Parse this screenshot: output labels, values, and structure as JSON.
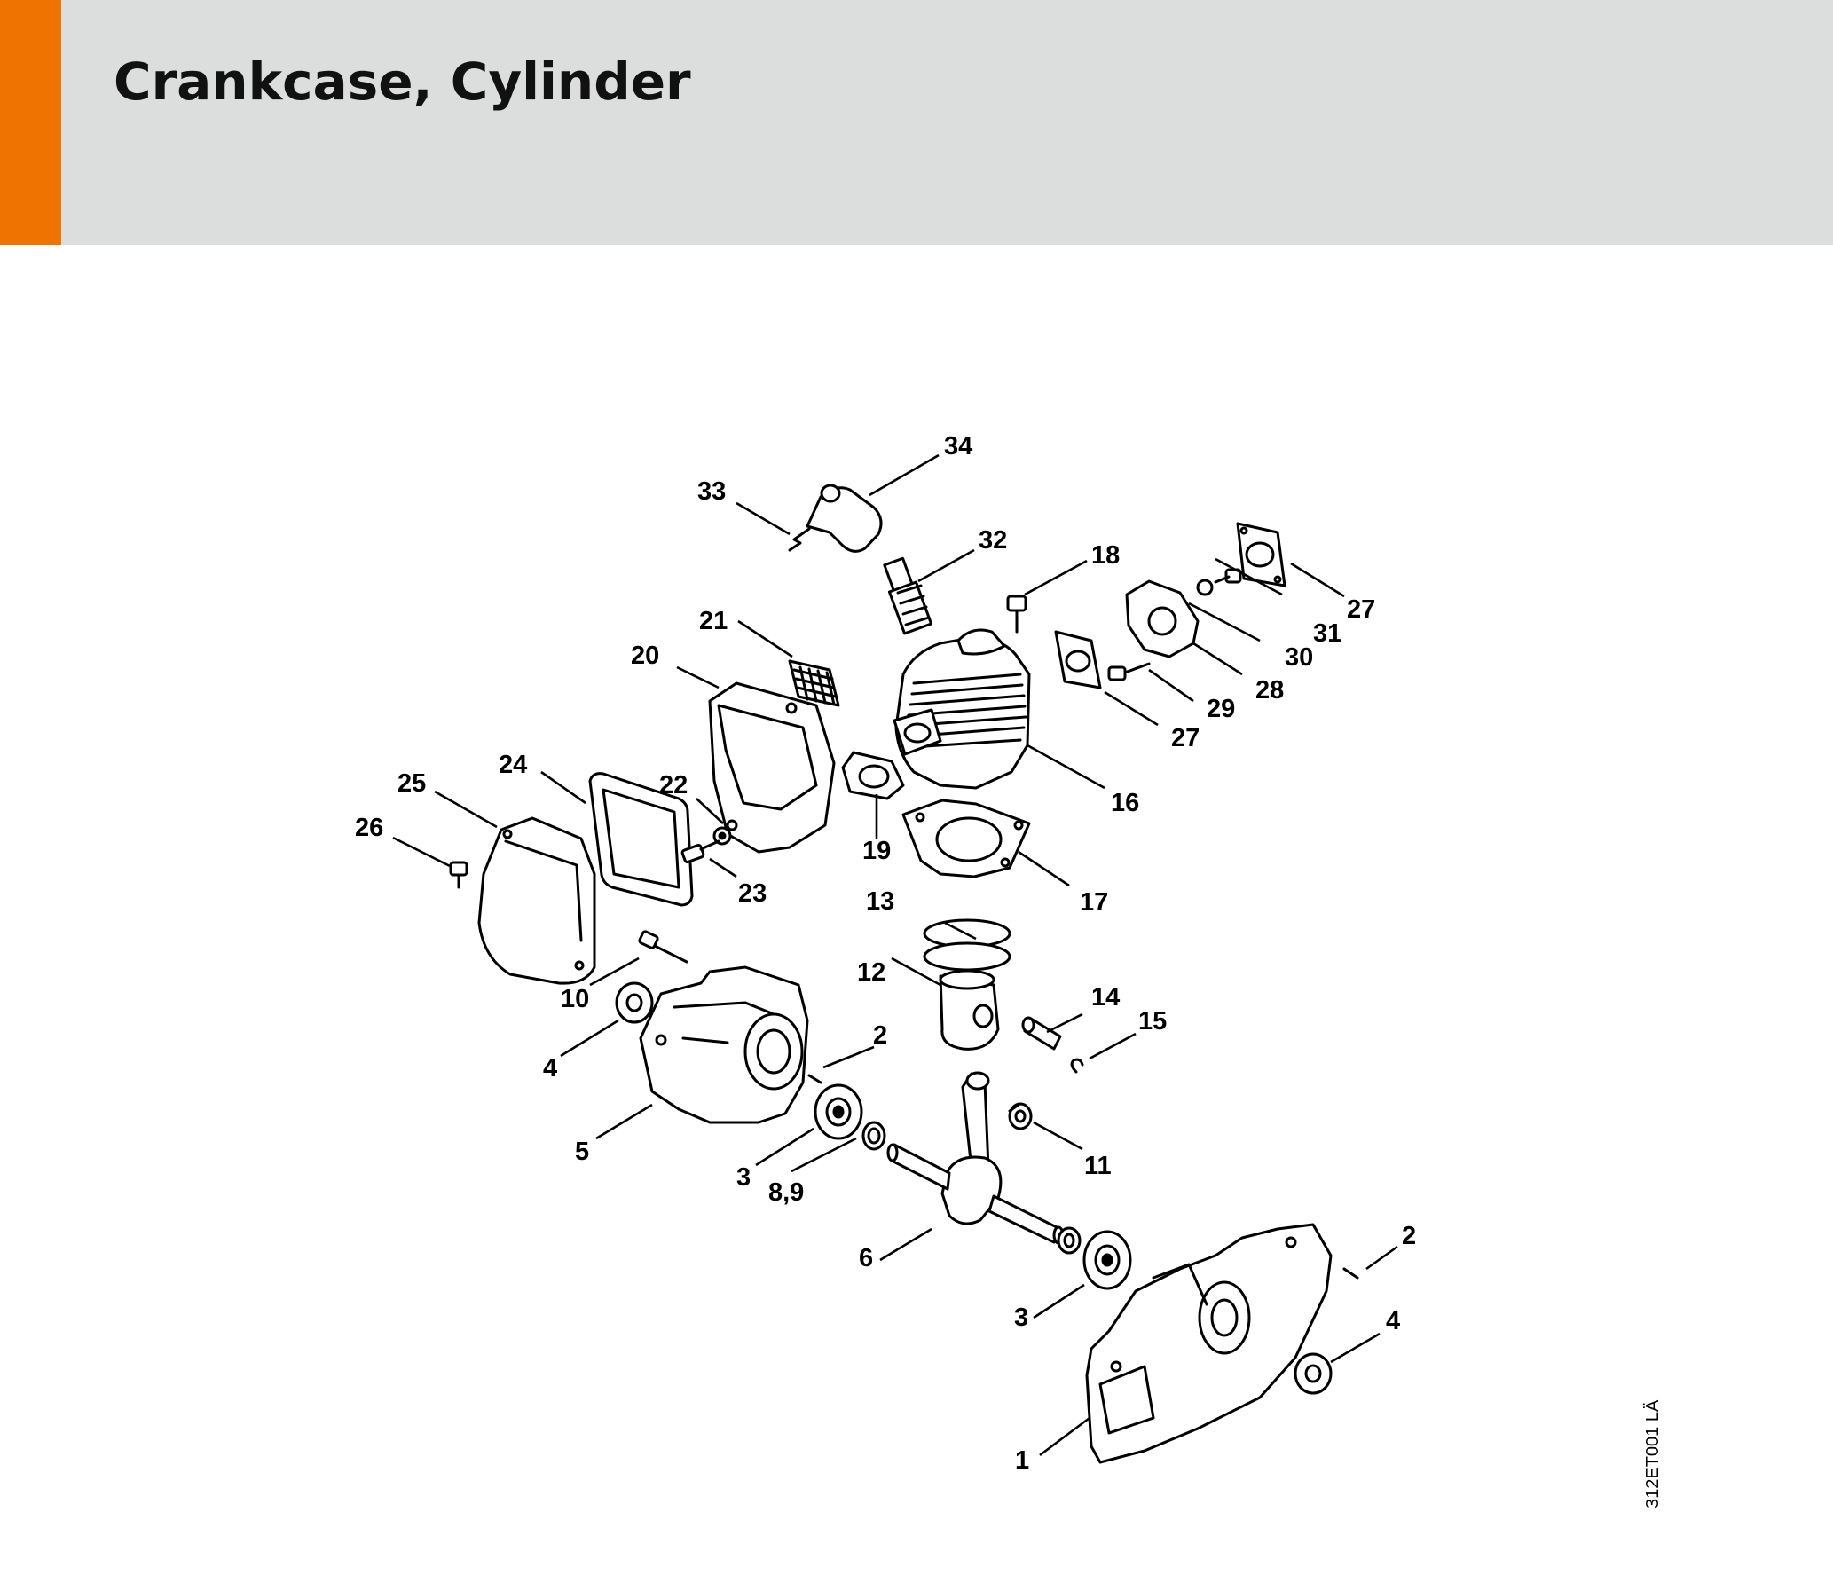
{
  "header": {
    "title": "Crankcase, Cylinder",
    "accent_color": "#ef7300",
    "band_color": "#dcdddd"
  },
  "diagram": {
    "reference_code": "312ET001 LÄ",
    "callouts": [
      "1",
      "2",
      "2",
      "3",
      "3",
      "4",
      "4",
      "5",
      "6",
      "8,9",
      "10",
      "11",
      "12",
      "13",
      "14",
      "15",
      "16",
      "17",
      "18",
      "19",
      "20",
      "21",
      "22",
      "23",
      "24",
      "25",
      "26",
      "27",
      "27",
      "28",
      "29",
      "30",
      "31",
      "32",
      "33",
      "34"
    ]
  }
}
